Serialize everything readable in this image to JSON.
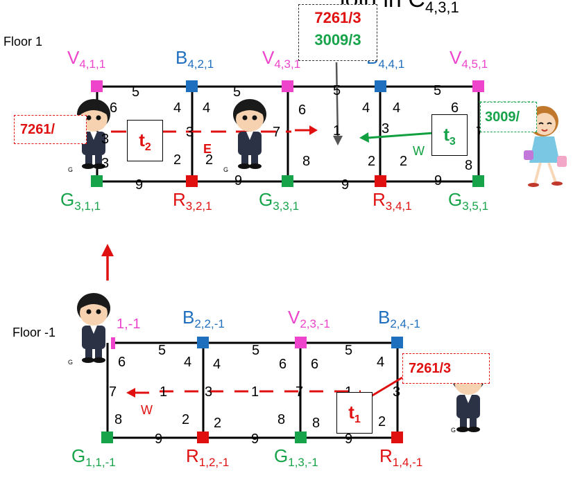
{
  "title": "join in C",
  "title_sub": "4,3,1",
  "floors": {
    "top": "Floor 1",
    "bottom": "Floor -1"
  },
  "top_nodes": {
    "v411": {
      "main": "V",
      "sub": "4,1,1"
    },
    "b421": {
      "main": "B",
      "sub": "4,2,1"
    },
    "v431": {
      "main": "V",
      "sub": "4,3,1"
    },
    "b441": {
      "main": "B",
      "sub": "4,4,1"
    },
    "v451": {
      "main": "V",
      "sub": "4,5,1"
    },
    "g311": {
      "main": "G",
      "sub": "3,1,1"
    },
    "r321": {
      "main": "R",
      "sub": "3,2,1"
    },
    "g331": {
      "main": "G",
      "sub": "3,3,1"
    },
    "r341": {
      "main": "R",
      "sub": "3,4,1"
    },
    "g351": {
      "main": "G",
      "sub": "3,5,1"
    }
  },
  "bottom_nodes": {
    "v21": {
      "main": "",
      "sub": "1,-1"
    },
    "b22": {
      "main": "B",
      "sub": "2,2,-1"
    },
    "v23": {
      "main": "V",
      "sub": "2,3,-1"
    },
    "b24": {
      "main": "B",
      "sub": "2,4,-1"
    },
    "g11": {
      "main": "G",
      "sub": "1,1,-1"
    },
    "r12": {
      "main": "R",
      "sub": "1,2,-1"
    },
    "g13": {
      "main": "G",
      "sub": "1,3,-1"
    },
    "r14": {
      "main": "R",
      "sub": "1,4,-1"
    }
  },
  "weights_top": [
    "5",
    "5",
    "5",
    "5",
    "6",
    "4",
    "4",
    "6",
    "4",
    "4",
    "6",
    "3",
    "3",
    "1",
    "3",
    "7",
    "2",
    "2",
    "8",
    "2",
    "2",
    "8",
    "9",
    "9",
    "9",
    "9",
    "7",
    "3"
  ],
  "weights_bottom": [
    "5",
    "5",
    "5",
    "6",
    "4",
    "4",
    "6",
    "6",
    "4",
    "7",
    "1",
    "3",
    "1",
    "7",
    "1",
    "3",
    "8",
    "2",
    "2",
    "8",
    "8",
    "2",
    "9",
    "9",
    "9"
  ],
  "queries": {
    "top_box_line1": "7261/3",
    "top_box_line2": "3009/3",
    "left_tag": "7261/",
    "right_tag": "3009/",
    "bottom_tag": "7261/3"
  },
  "tasks": {
    "t1": "t",
    "t1_sub": "1",
    "t2": "t",
    "t2_sub": "2",
    "t3": "t",
    "t3_sub": "3"
  },
  "directions": {
    "east": "E",
    "west_top": "W",
    "west_bottom": "W"
  },
  "small_marks": [
    "G",
    "G",
    "G",
    "G"
  ],
  "colors": {
    "V": "#ee44cc",
    "B": "#1f6fbf",
    "G": "#16a34a",
    "R": "#e01010",
    "green_arrow": "#10a040"
  }
}
